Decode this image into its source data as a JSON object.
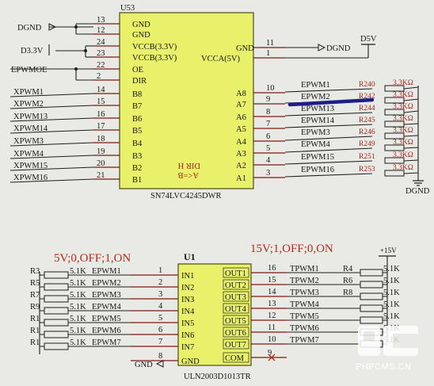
{
  "u53": {
    "ref": "U53",
    "part": "SN74LVC4245DWR",
    "flipped_text": "DIR H\nA<=B",
    "left_pins": [
      {
        "num": "13",
        "name": "GND"
      },
      {
        "num": "12",
        "name": "GND"
      },
      {
        "num": "24",
        "name": "VCCB(3.3V)"
      },
      {
        "num": "23",
        "name": "VCCB(3.3V)"
      },
      {
        "num": "22",
        "name": "OE"
      },
      {
        "num": "2",
        "name": "DIR"
      },
      {
        "num": "14",
        "name": "B8"
      },
      {
        "num": "15",
        "name": "B7"
      },
      {
        "num": "16",
        "name": "B6"
      },
      {
        "num": "17",
        "name": "B5"
      },
      {
        "num": "18",
        "name": "B4"
      },
      {
        "num": "19",
        "name": "B3"
      },
      {
        "num": "20",
        "name": "B2"
      },
      {
        "num": "21",
        "name": "B1"
      }
    ],
    "right_pins": [
      {
        "num": "11",
        "name": "GND"
      },
      {
        "num": "1",
        "name": "VCCA(5V)"
      },
      {
        "num": "10",
        "name": "A8"
      },
      {
        "num": "9",
        "name": "A7"
      },
      {
        "num": "8",
        "name": "A6"
      },
      {
        "num": "7",
        "name": "A5"
      },
      {
        "num": "6",
        "name": "A4"
      },
      {
        "num": "5",
        "name": "A3"
      },
      {
        "num": "4",
        "name": "A2"
      },
      {
        "num": "3",
        "name": "A1"
      }
    ],
    "left_nets": [
      "DGND",
      "D3.3V",
      "EPWMOE",
      "XPWM1",
      "XPWM2",
      "XPWM13",
      "XPWM14",
      "XPWM3",
      "XPWM4",
      "XPWM15",
      "XPWM16"
    ],
    "right_nets": [
      "EPWM1",
      "EPWM2",
      "EPWM13",
      "EPWM14",
      "EPWM3",
      "EPWM4",
      "EPWM15",
      "EPWM16"
    ],
    "resistors": [
      "R240",
      "R242",
      "R244",
      "R245",
      "R246",
      "R249",
      "R251",
      "R253"
    ],
    "resistor_values": [
      "3.3KΩ",
      "3.3KΩ",
      "3.3KΩ",
      "3.3KΩ",
      "3.3KΩ",
      "3.3KΩ",
      "3.3KΩ",
      "3.3KΩ"
    ],
    "gnd_right": "DGND",
    "power_right": "D5V",
    "dgnd_bottom": "DGND"
  },
  "u1": {
    "ref": "U1",
    "part": "ULN2003D1013TR",
    "title_left": "5V;0,OFF;1,ON",
    "title_right": "15V;1,OFF;0,ON",
    "in_pins": [
      {
        "num": "1",
        "name": "IN1"
      },
      {
        "num": "2",
        "name": "IN2"
      },
      {
        "num": "3",
        "name": "IN3"
      },
      {
        "num": "4",
        "name": "IN4"
      },
      {
        "num": "5",
        "name": "IN5"
      },
      {
        "num": "6",
        "name": "IN6"
      },
      {
        "num": "7",
        "name": "IN7"
      },
      {
        "num": "8",
        "name": "GND"
      }
    ],
    "out_pins": [
      {
        "num": "16",
        "name": "OUT1"
      },
      {
        "num": "15",
        "name": "OUT2"
      },
      {
        "num": "14",
        "name": "OUT3"
      },
      {
        "num": "13",
        "name": "OUT4"
      },
      {
        "num": "12",
        "name": "OUT5"
      },
      {
        "num": "11",
        "name": "OUT6"
      },
      {
        "num": "10",
        "name": "OUT7"
      },
      {
        "num": "9",
        "name": "COM"
      }
    ],
    "left_nets": [
      "EPWM1",
      "EPWM2",
      "EPWM3",
      "EPWM4",
      "EPWM5",
      "EPWM6",
      "EPWM7"
    ],
    "left_resistors": [
      "R3",
      "R5",
      "R7",
      "R9",
      "R1",
      "R1",
      "R1"
    ],
    "left_values": [
      "5.1K",
      "5.1K",
      "5.1K",
      "5.1K",
      "5.1K",
      "5.1K",
      "5.1K"
    ],
    "right_nets": [
      "TPWM1",
      "TPWM2",
      "TPWM3",
      "TPWM4",
      "TPWM5",
      "TPWM6",
      "TPWM7"
    ],
    "right_resistors": [
      "R4",
      "R6",
      "R8",
      "",
      "",
      "",
      ""
    ],
    "right_values": [
      "5.1K",
      "5.1K",
      "5.1K",
      "5.1K",
      "5.1K",
      "5.1K",
      "5.1K"
    ],
    "power": "+15V",
    "gnd": "GND"
  },
  "watermark": "PHPCMS.CN",
  "colors": {
    "chip_fill": "#e9f06a",
    "wire": "#7b1b12",
    "label": "#a0281c",
    "highlight": "#1e1f86"
  }
}
